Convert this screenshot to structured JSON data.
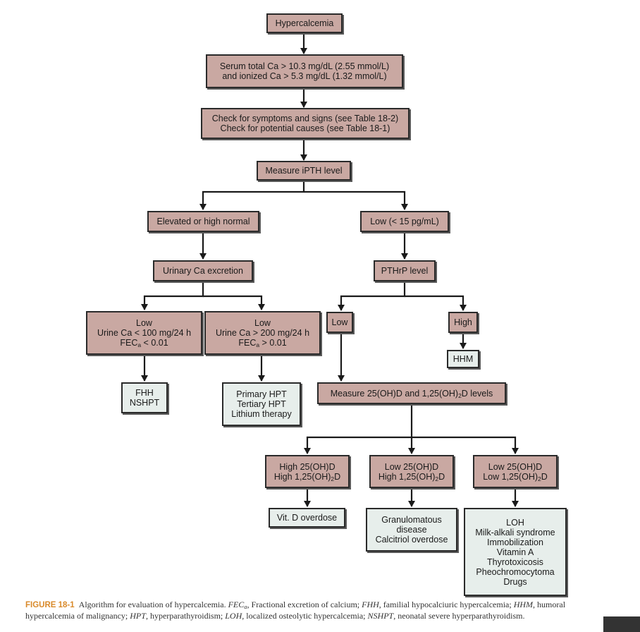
{
  "nodes": {
    "hypercalcemia": {
      "lines": [
        "Hypercalcemia"
      ]
    },
    "serum_ca": {
      "lines": [
        "Serum total Ca > 10.3 mg/dL (2.55 mmol/L)",
        "and ionized Ca > 5.3 mg/dL (1.32 mmol/L)"
      ]
    },
    "check_symptoms": {
      "lines": [
        "Check for symptoms and signs (see Table 18-2)",
        "Check for potential causes (see Table 18-1)"
      ]
    },
    "measure_ipth": {
      "lines": [
        "Measure iPTH level"
      ]
    },
    "elevated": {
      "lines": [
        "Elevated or high normal"
      ]
    },
    "low_pth": {
      "lines": [
        "Low (< 15 pg/mL)"
      ]
    },
    "urinary_ca": {
      "lines": [
        "Urinary Ca excretion"
      ]
    },
    "pthrp": {
      "lines": [
        "PTHrP level"
      ]
    },
    "low_urine": {
      "lines": [
        "Low",
        "Urine Ca < 100 mg/24 h",
        "FEC|a| < 0.01"
      ]
    },
    "high_urine": {
      "lines": [
        "Low",
        "Urine Ca > 200 mg/24 h",
        "FEC|a| > 0.01"
      ]
    },
    "pthrp_low": {
      "lines": [
        "Low"
      ]
    },
    "pthrp_high": {
      "lines": [
        "High"
      ]
    },
    "hhm": {
      "lines": [
        "HHM"
      ]
    },
    "fhh": {
      "lines": [
        "FHH",
        "NSHPT"
      ]
    },
    "primary_hpt": {
      "lines": [
        "Primary HPT",
        "Tertiary HPT",
        "Lithium therapy"
      ]
    },
    "measure_vitd": {
      "lines": [
        "Measure 25(OH)D and 1,25(OH)|2|D levels"
      ]
    },
    "hh": {
      "lines": [
        "High 25(OH)D",
        "High 1,25(OH)|2|D"
      ]
    },
    "lh": {
      "lines": [
        "Low 25(OH)D",
        "High 1,25(OH)|2|D"
      ]
    },
    "ll": {
      "lines": [
        "Low 25(OH)D",
        "Low 1,25(OH)|2|D"
      ]
    },
    "vitd_overdose": {
      "lines": [
        "Vit. D overdose"
      ]
    },
    "granulomatous": {
      "lines": [
        "Granulomatous",
        "disease",
        "Calcitriol overdose"
      ]
    },
    "loh": {
      "lines": [
        "LOH",
        "Milk-alkali syndrome",
        "Immobilization",
        "Vitamin A",
        "Thyrotoxicosis",
        "Pheochromocytoma",
        "Drugs"
      ]
    }
  },
  "caption": {
    "label": "FIGURE 18-1",
    "text_html": "Algorithm for evaluation of hypercalcemia. <i>FEC<sub>a</sub></i>, Fractional excretion of calcium; <i>FHH</i>, familial hypocalciuric hypercalcemia; <i>HHM</i>, humoral hypercalcemia of malignancy; <i>HPT</i>, hyperparathyroidism; <i>LOH</i>, localized osteolytic hypercalcemia; <i>NSHPT</i>, neonatal severe hyperparathyroidism."
  },
  "colors": {
    "decision_fill": "#c9a8a2",
    "outcome_fill": "#e7eeeb",
    "caption_label": "#d98a2b"
  }
}
